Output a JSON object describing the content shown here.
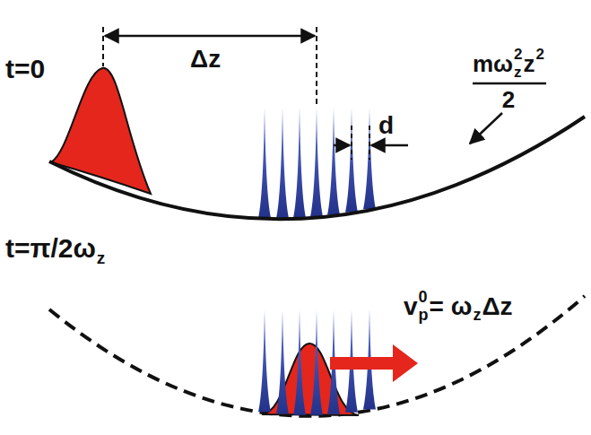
{
  "diagram": {
    "labels": [
      "t=0",
      "Δz",
      "d",
      "mω",
      "z",
      "2",
      "z",
      "2",
      "2",
      "t=π/2ω",
      "z",
      "v",
      "p",
      "0",
      "= ω",
      "z",
      "Δz"
    ]
  }
}
